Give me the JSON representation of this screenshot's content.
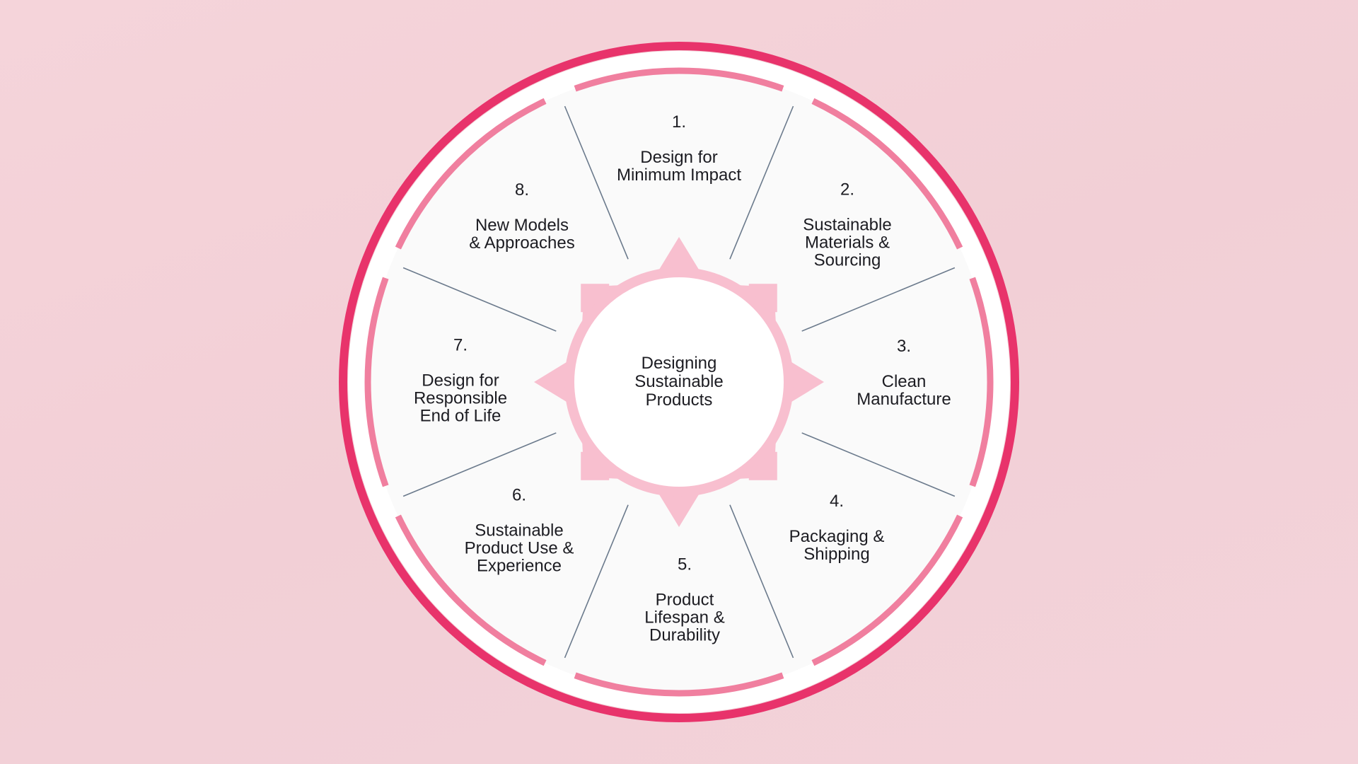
{
  "center": {
    "title": "Designing\nSustainable\nProducts"
  },
  "segments": [
    {
      "number": "1.",
      "title": "Design for\nMinimum Impact"
    },
    {
      "number": "2.",
      "title": "Sustainable\nMaterials &\nSourcing"
    },
    {
      "number": "3.",
      "title": "Clean\nManufacture"
    },
    {
      "number": "4.",
      "title": "Packaging &\nShipping"
    },
    {
      "number": "5.",
      "title": "Product\nLifespan &\nDurability"
    },
    {
      "number": "6.",
      "title": "Sustainable\nProduct Use &\nExperience"
    },
    {
      "number": "7.",
      "title": "Design for\nResponsible\nEnd of Life"
    },
    {
      "number": "8.",
      "title": "New Models\n& Approaches"
    }
  ],
  "colors": {
    "outer_ring": "#e8336b",
    "inner_ring": "#f07f9f",
    "star": "#f8bfcf",
    "face": "#fafafa",
    "divider": "#6b7a8c"
  }
}
